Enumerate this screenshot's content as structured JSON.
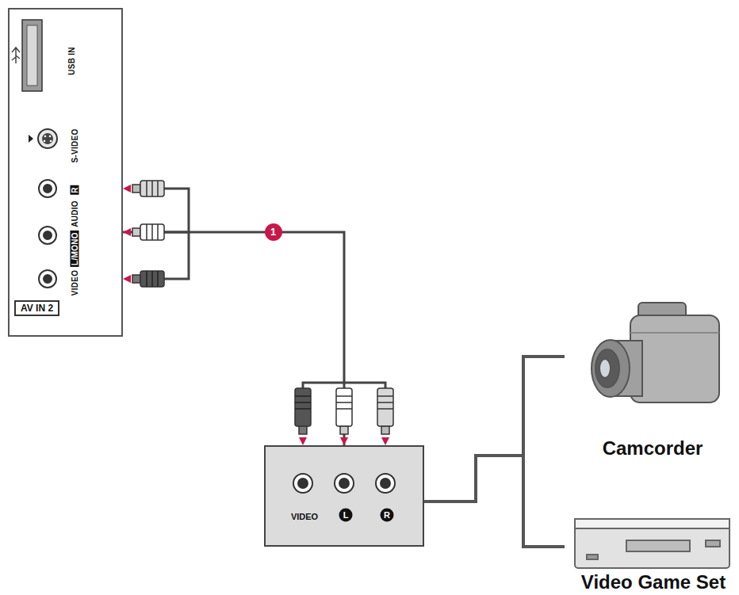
{
  "diagram": {
    "nodes": [
      {
        "text": [
          "USB IN",
          "S-VIDEO",
          "R",
          "AUDIO",
          "L/MONO",
          "VIDEO"
        ]
      },
      {
        "text": [
          "AV IN 2"
        ],
        "in": 0
      },
      {
        "text": [
          "VIDEO",
          "L",
          "R"
        ]
      },
      {
        "text": [
          "Camcorder"
        ]
      },
      {
        "text": [
          "Video Game Set"
        ]
      }
    ],
    "edges": [
      {
        "from": 0,
        "to": 2,
        "label": "1",
        "arrow": "both"
      },
      {
        "from": 2,
        "to": 3,
        "arrow": "none"
      },
      {
        "from": 2,
        "to": 4,
        "arrow": "none"
      }
    ]
  }
}
